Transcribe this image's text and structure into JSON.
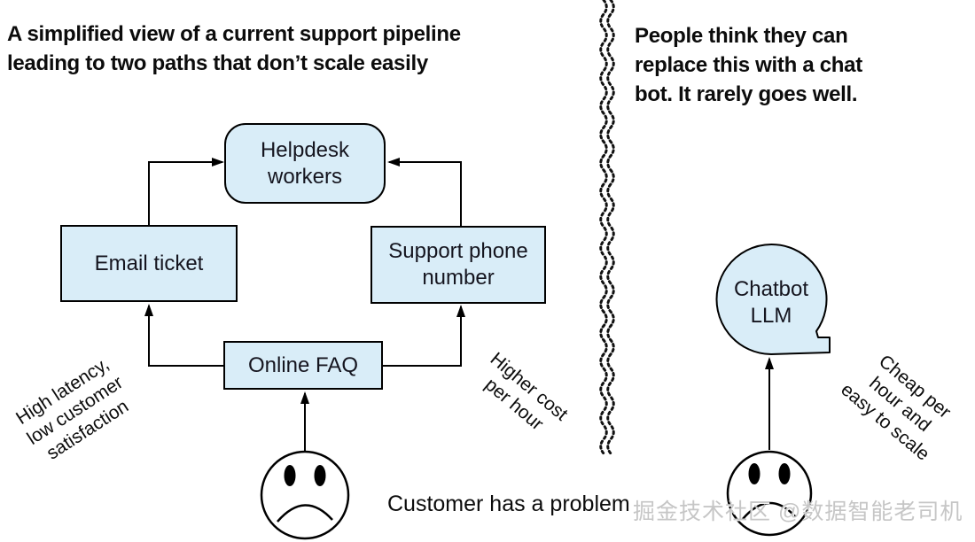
{
  "left": {
    "title1": "A simplified view of a current support pipeline",
    "title2": "leading to two paths that don’t scale easily",
    "box_helpdesk": "Helpdesk workers",
    "box_email": "Email ticket",
    "box_phone": "Support phone number",
    "box_faq": "Online FAQ",
    "latency1": "High latency,",
    "latency2": "low customer",
    "latency3": "satisfaction",
    "cost1": "Higher cost",
    "cost2": "per hour",
    "customer_caption": "Customer has a problem"
  },
  "right": {
    "title1": "People think they can",
    "title2": "replace this with a chat",
    "title3": "bot. It rarely goes well.",
    "chatbot": "Chatbot LLM",
    "cheap1": "Cheap per",
    "cheap2": "hour and",
    "cheap3": "easy to scale"
  },
  "watermark": "掘金技术社区 @数据智能老司机",
  "colors": {
    "node_fill": "#d9edf8",
    "stroke": "#000000",
    "watermark_gray": "#c6c6c6",
    "background": "#ffffff"
  }
}
